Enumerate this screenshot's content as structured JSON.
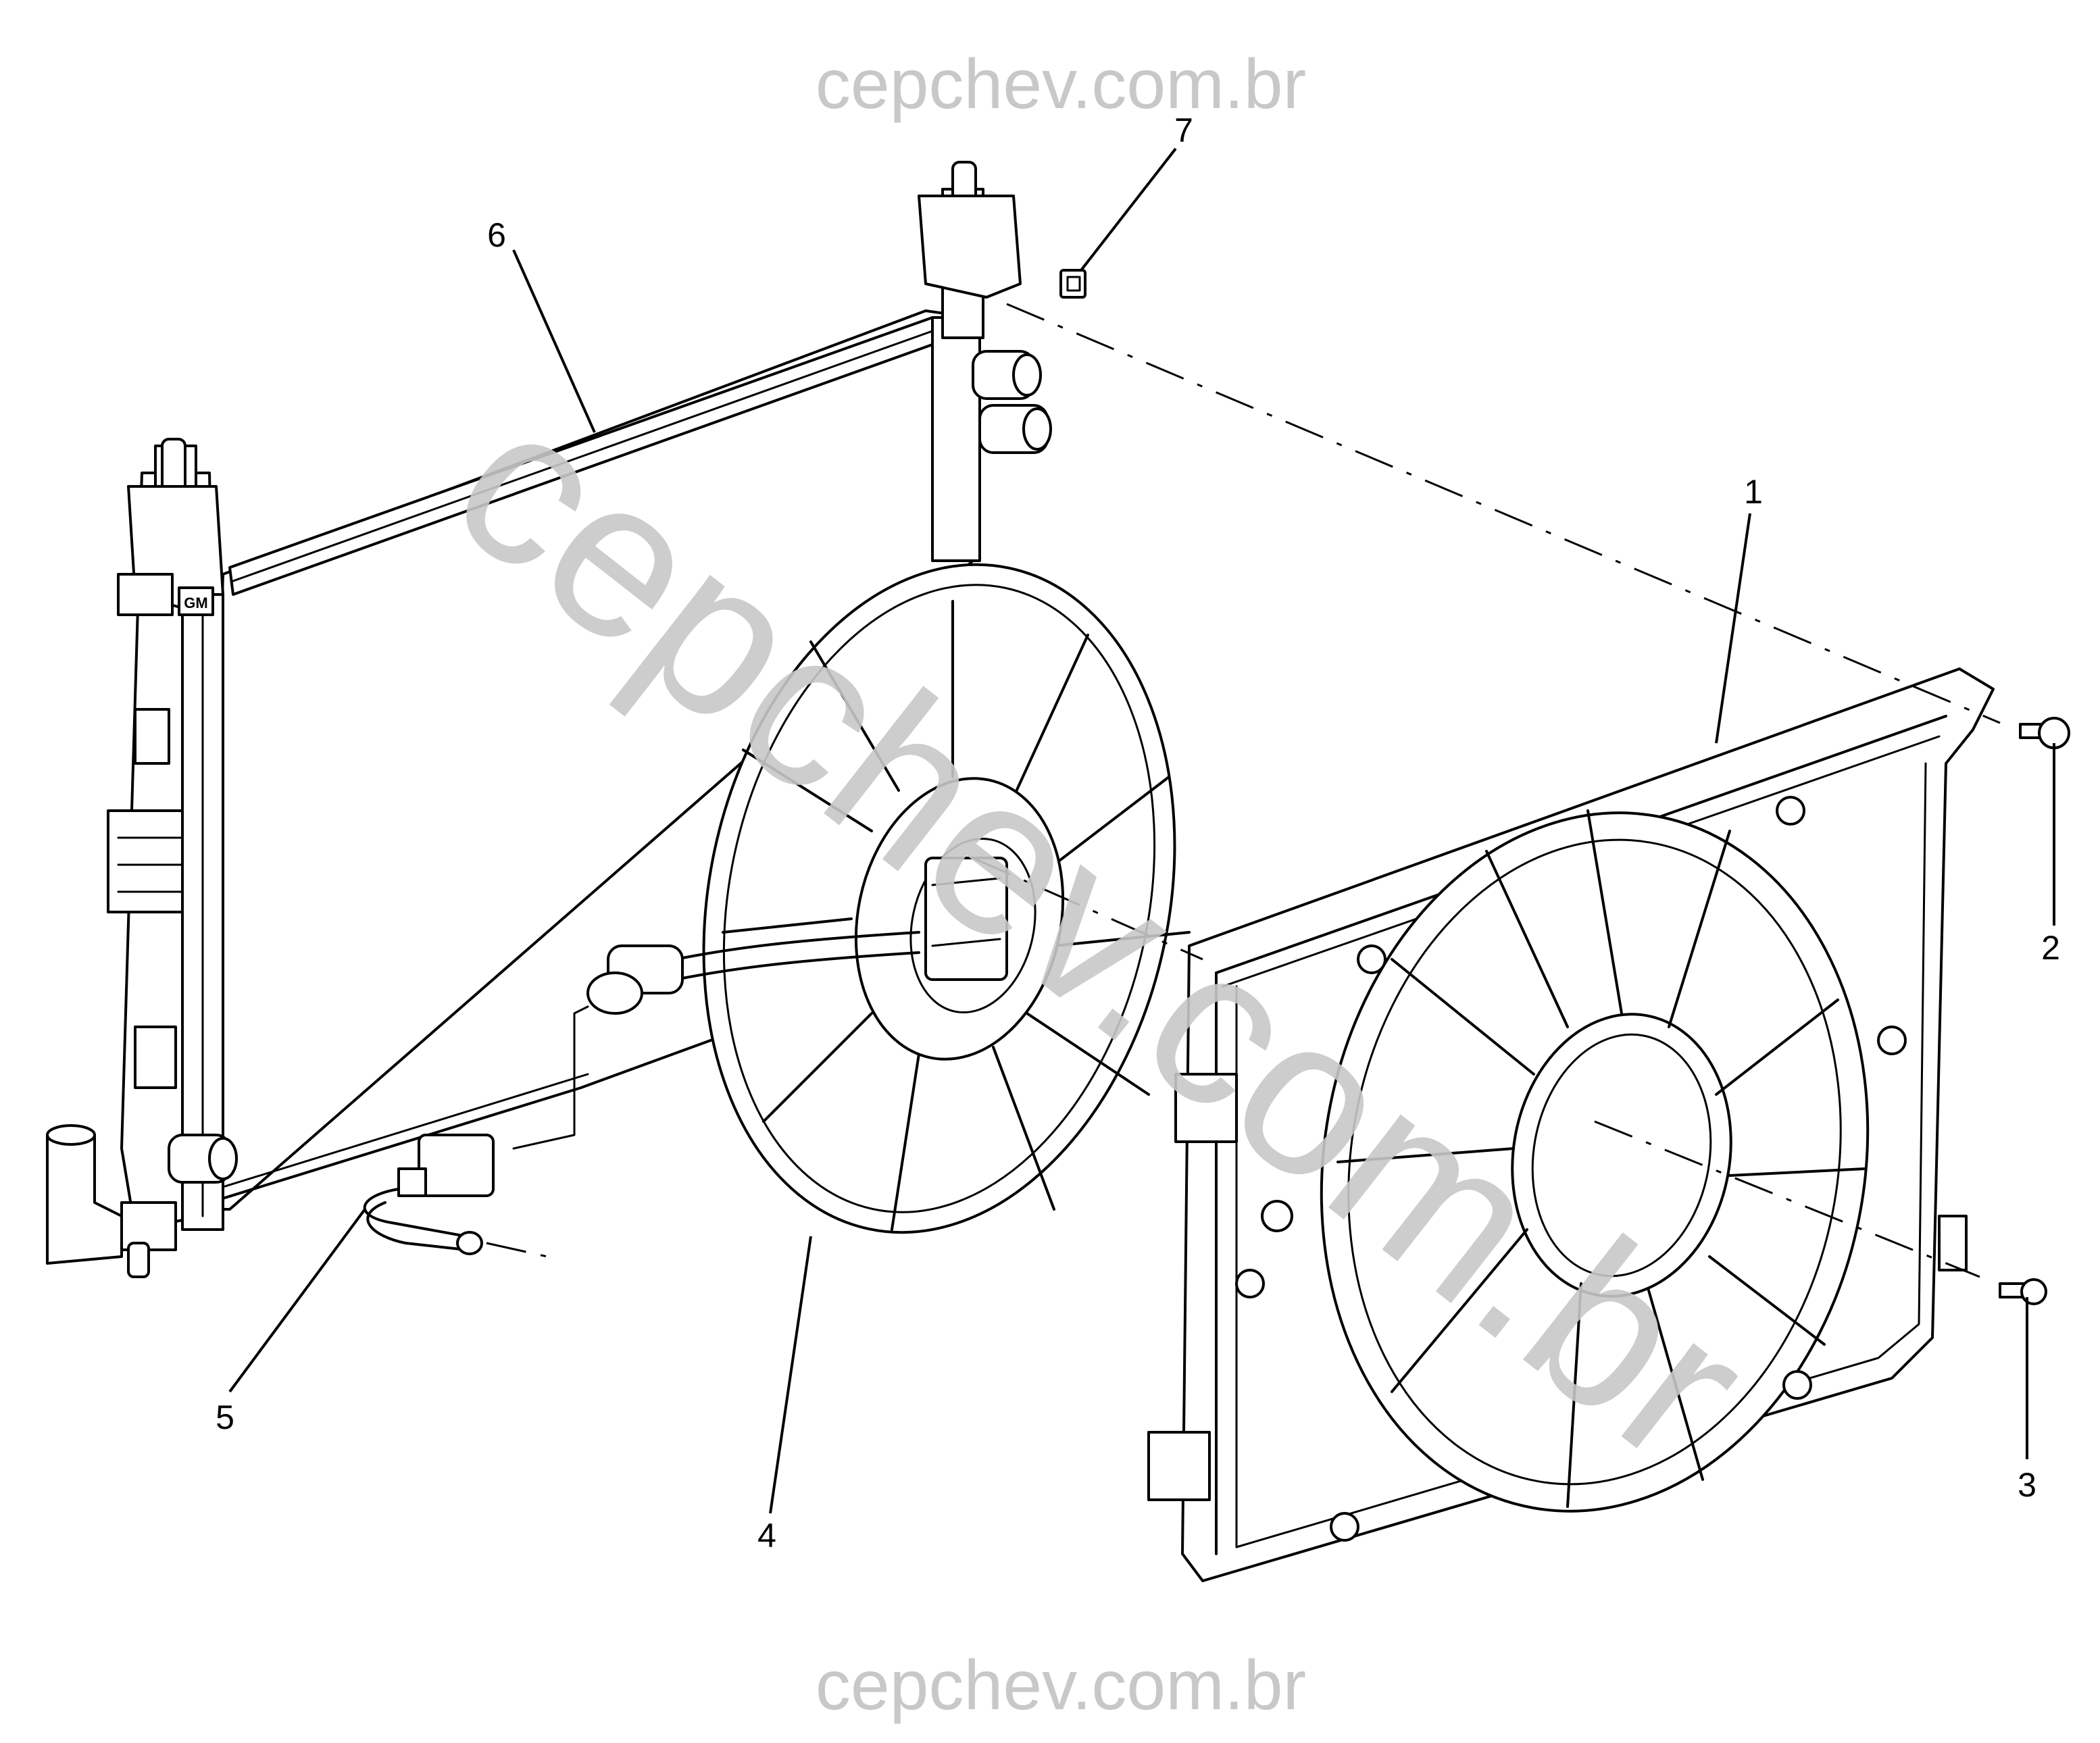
{
  "watermark": {
    "top_text": "cepchev.com.br",
    "bottom_text": "cepchev.com.br",
    "diagonal_text": "cepchev.com.br"
  },
  "callouts": [
    {
      "id": "1",
      "label": "1"
    },
    {
      "id": "2",
      "label": "2"
    },
    {
      "id": "3",
      "label": "3"
    },
    {
      "id": "4",
      "label": "4"
    },
    {
      "id": "5",
      "label": "5"
    },
    {
      "id": "6",
      "label": "6"
    },
    {
      "id": "7",
      "label": "7"
    }
  ],
  "radiator_logo": "GM",
  "colors": {
    "line": "#000000",
    "watermark": "#c8c8c8",
    "background": "#ffffff"
  }
}
